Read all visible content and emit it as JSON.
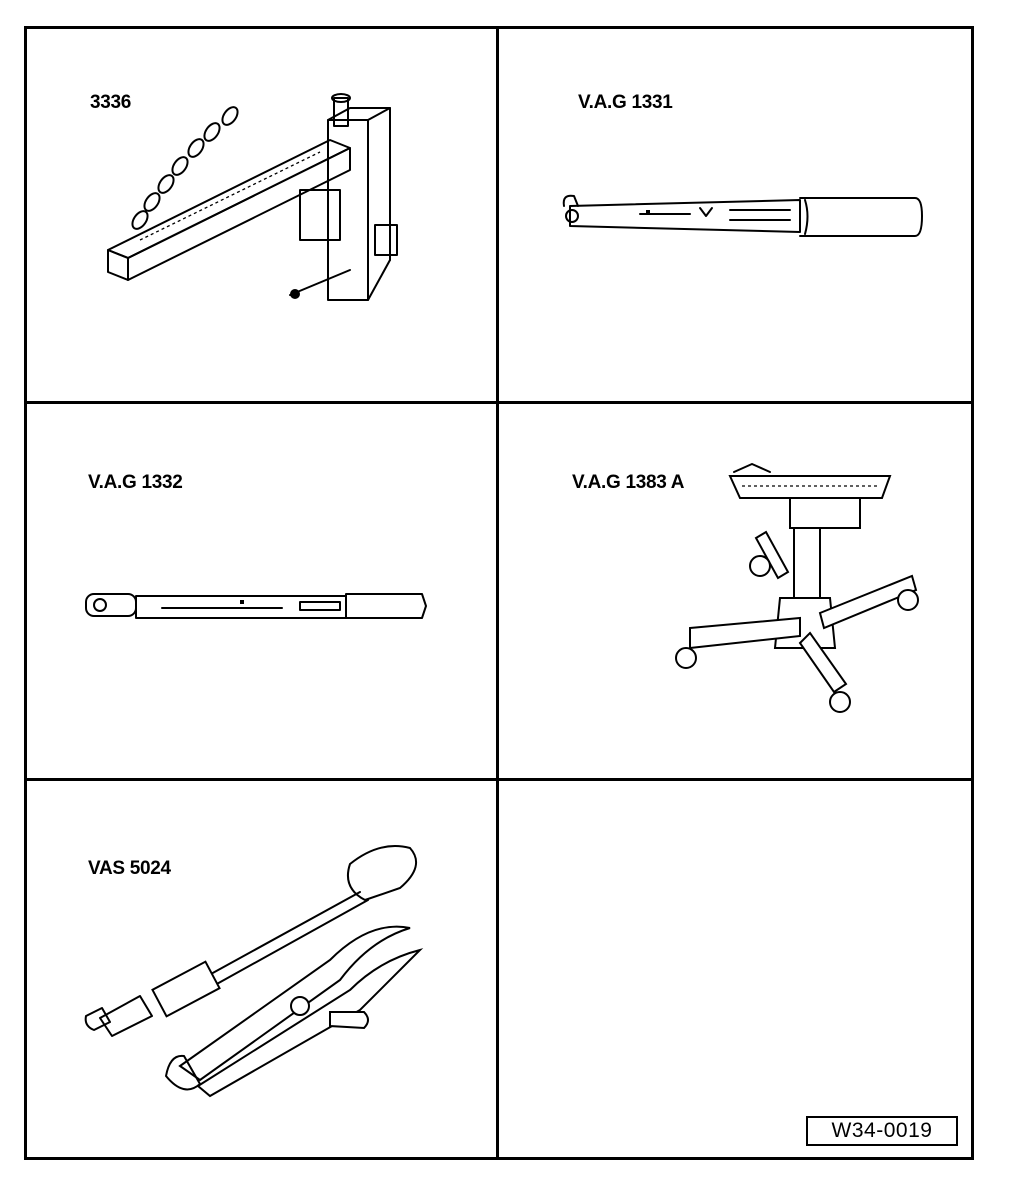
{
  "tools": [
    {
      "id": "3336",
      "label": "3336"
    },
    {
      "id": "vag1331",
      "label": "V.A.G 1331"
    },
    {
      "id": "vag1332",
      "label": "V.A.G 1332"
    },
    {
      "id": "vag1383a",
      "label": "V.A.G 1383 A"
    },
    {
      "id": "vas5024",
      "label": "VAS 5024"
    }
  ],
  "figure_code": "W34-0019"
}
